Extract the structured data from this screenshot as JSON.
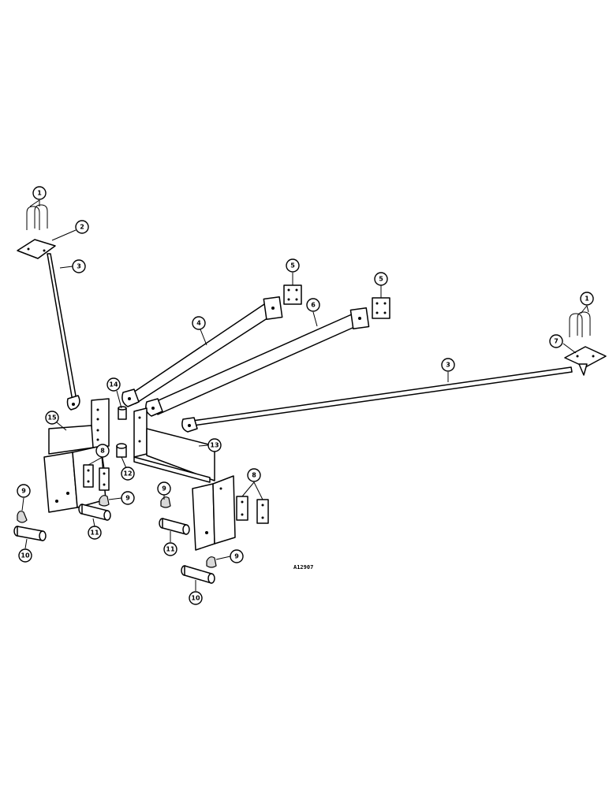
{
  "diagram": {
    "reference_code": "A12907",
    "callouts": {
      "c1a": "1",
      "c1b": "1",
      "c2": "2",
      "c3a": "3",
      "c3b": "3",
      "c4": "4",
      "c5a": "5",
      "c5b": "5",
      "c6": "6",
      "c7": "7",
      "c8a": "8",
      "c8b": "8",
      "c9a": "9",
      "c9b": "9",
      "c9c": "9",
      "c9d": "9",
      "c10a": "10",
      "c10b": "10",
      "c11a": "11",
      "c11b": "11",
      "c12": "12",
      "c13": "13",
      "c14": "14",
      "c15": "15"
    }
  }
}
